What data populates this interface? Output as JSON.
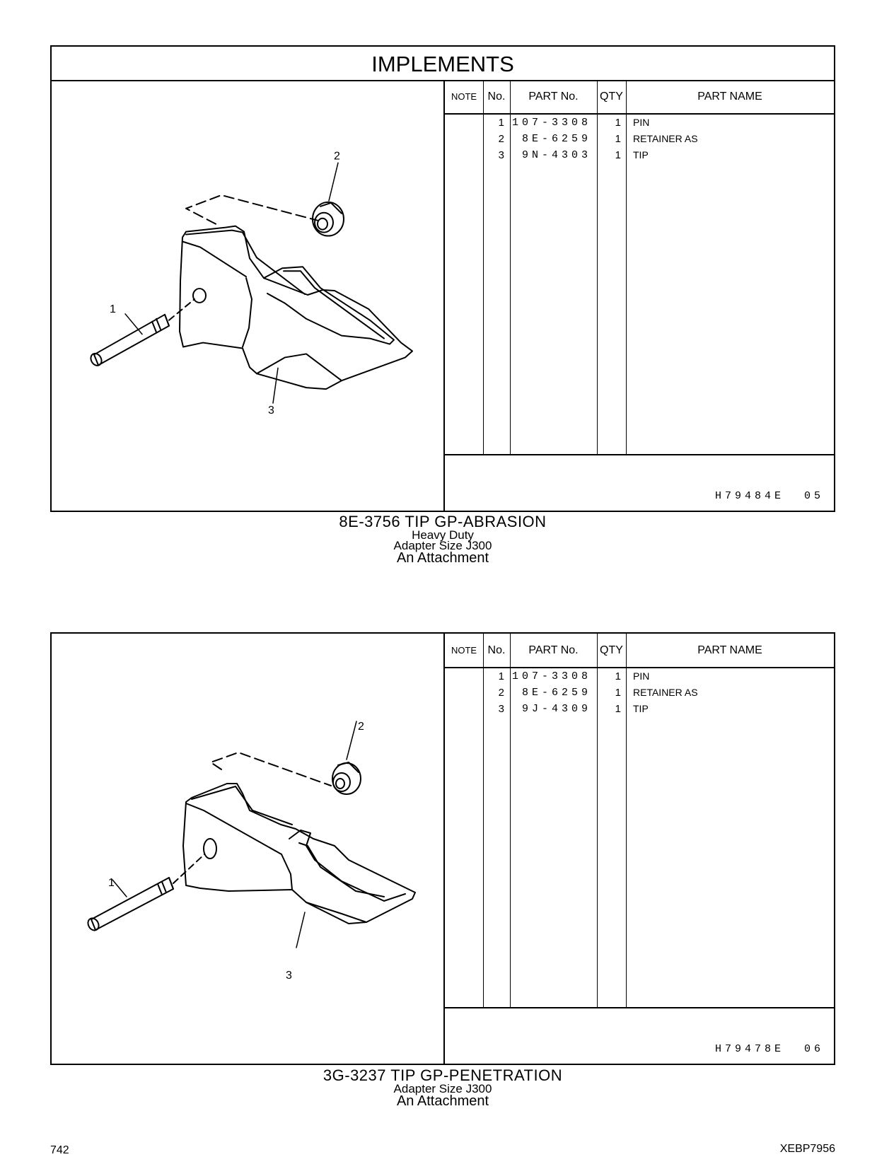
{
  "section_title": "IMPLEMENTS",
  "table_headers": {
    "note": "NOTE",
    "no": "No.",
    "part_no": "PART No.",
    "qty": "QTY",
    "part_name": "PART NAME"
  },
  "groups": [
    {
      "rows": [
        {
          "no": "1",
          "part_no": "107-3308",
          "qty": "1",
          "name": "PIN"
        },
        {
          "no": "2",
          "part_no": "8E-6259",
          "qty": "1",
          "name": "RETAINER AS"
        },
        {
          "no": "3",
          "part_no": "9N-4303",
          "qty": "1",
          "name": "TIP"
        }
      ],
      "ref_code": "H79484E",
      "ref_rev": "05",
      "callouts": [
        "1",
        "2",
        "3"
      ],
      "caption_title": "8E-3756   TIP  GP-ABRASION",
      "caption_lines": [
        "Heavy  Duty",
        "Adapter Size J300",
        "An Attachment"
      ]
    },
    {
      "rows": [
        {
          "no": "1",
          "part_no": "107-3308",
          "qty": "1",
          "name": "PIN"
        },
        {
          "no": "2",
          "part_no": "8E-6259",
          "qty": "1",
          "name": "RETAINER AS"
        },
        {
          "no": "3",
          "part_no": "9J-4309",
          "qty": "1",
          "name": "TIP"
        }
      ],
      "ref_code": "H79478E",
      "ref_rev": "06",
      "callouts": [
        "1",
        "2",
        "3"
      ],
      "caption_title": "3G-3237   TIP  GP-PENETRATION",
      "caption_lines": [
        "Adapter Size J300",
        "An Attachment"
      ]
    }
  ],
  "page_number": "742",
  "document_id": "XEBP7956"
}
